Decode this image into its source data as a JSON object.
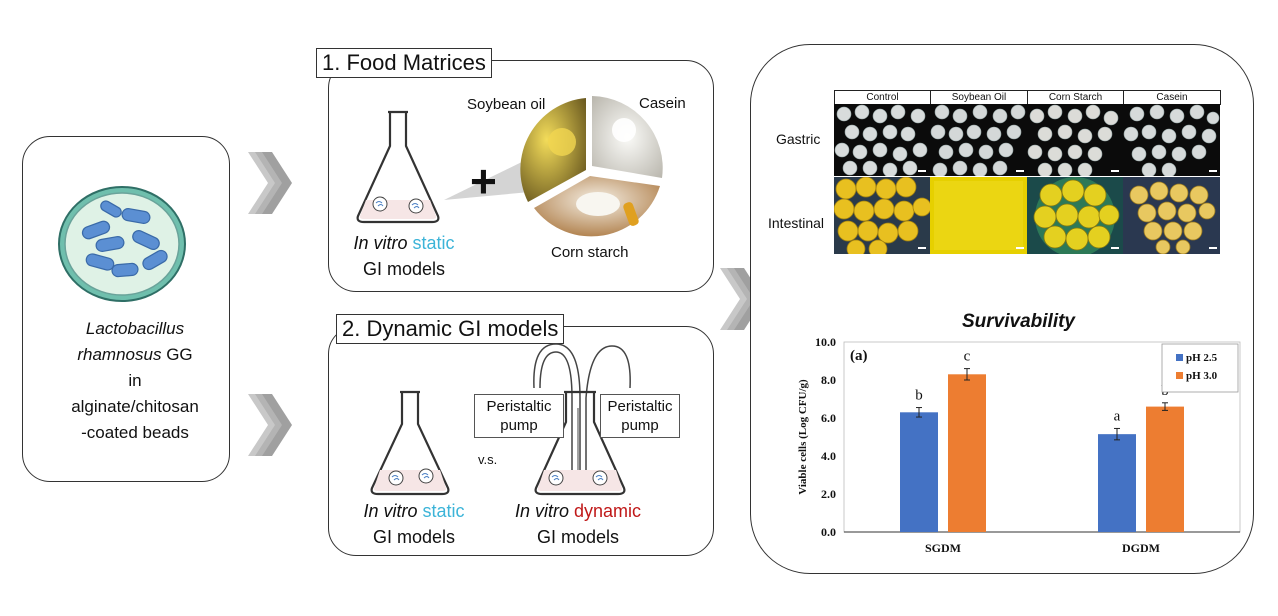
{
  "bacteria_panel": {
    "line1": "Lactobacillus",
    "line2_italic": "rhamnosus",
    "line2_rest": " GG",
    "line3": "in",
    "line4": "alginate/chitosan",
    "line5": "-coated beads"
  },
  "food_panel": {
    "title": "1. Food Matrices",
    "label_soybean": "Soybean oil",
    "label_casein": "Casein",
    "label_corn": "Corn starch",
    "plus": "+",
    "caption_italic": "In vitro",
    "caption_colored": "static",
    "caption_line2": "GI models"
  },
  "dynamic_panel": {
    "title": "2. Dynamic GI models",
    "pump_left": [
      "Peristaltic",
      "pump"
    ],
    "pump_right": [
      "Peristaltic",
      "pump"
    ],
    "vs": "v.s.",
    "static_italic": "In vitro",
    "static_colored": "static",
    "static_line2": "GI models",
    "dynamic_italic": "In vitro",
    "dynamic_colored": "dynamic",
    "dynamic_line2": "GI models"
  },
  "results_panel": {
    "columns": [
      "Control",
      "Soybean Oil",
      "Corn Starch",
      "Casein"
    ],
    "rows": [
      "Gastric",
      "Intestinal"
    ],
    "survivability_title": "Survivability"
  },
  "colors": {
    "cyan": "#3cb4d8",
    "red": "#c01818",
    "ph25": "#4472c4",
    "ph30": "#ed7d31"
  },
  "chart_data": {
    "type": "bar",
    "panel_label": "(a)",
    "categories": [
      "SGDM",
      "DGDM"
    ],
    "series": [
      {
        "name": "pH 2.5",
        "values": [
          6.3,
          5.15
        ],
        "errors": [
          0.25,
          0.3
        ],
        "letters": [
          "b",
          "a"
        ]
      },
      {
        "name": "pH 3.0",
        "values": [
          8.3,
          6.6
        ],
        "errors": [
          0.3,
          0.2
        ],
        "letters": [
          "c",
          "b"
        ]
      }
    ],
    "ylabel": "Viable cells (Log CFU/g)",
    "ylim": [
      0,
      10
    ],
    "yticks": [
      "0.0",
      "2.0",
      "4.0",
      "6.0",
      "8.0",
      "10.0"
    ],
    "legend_position": "top-right"
  }
}
